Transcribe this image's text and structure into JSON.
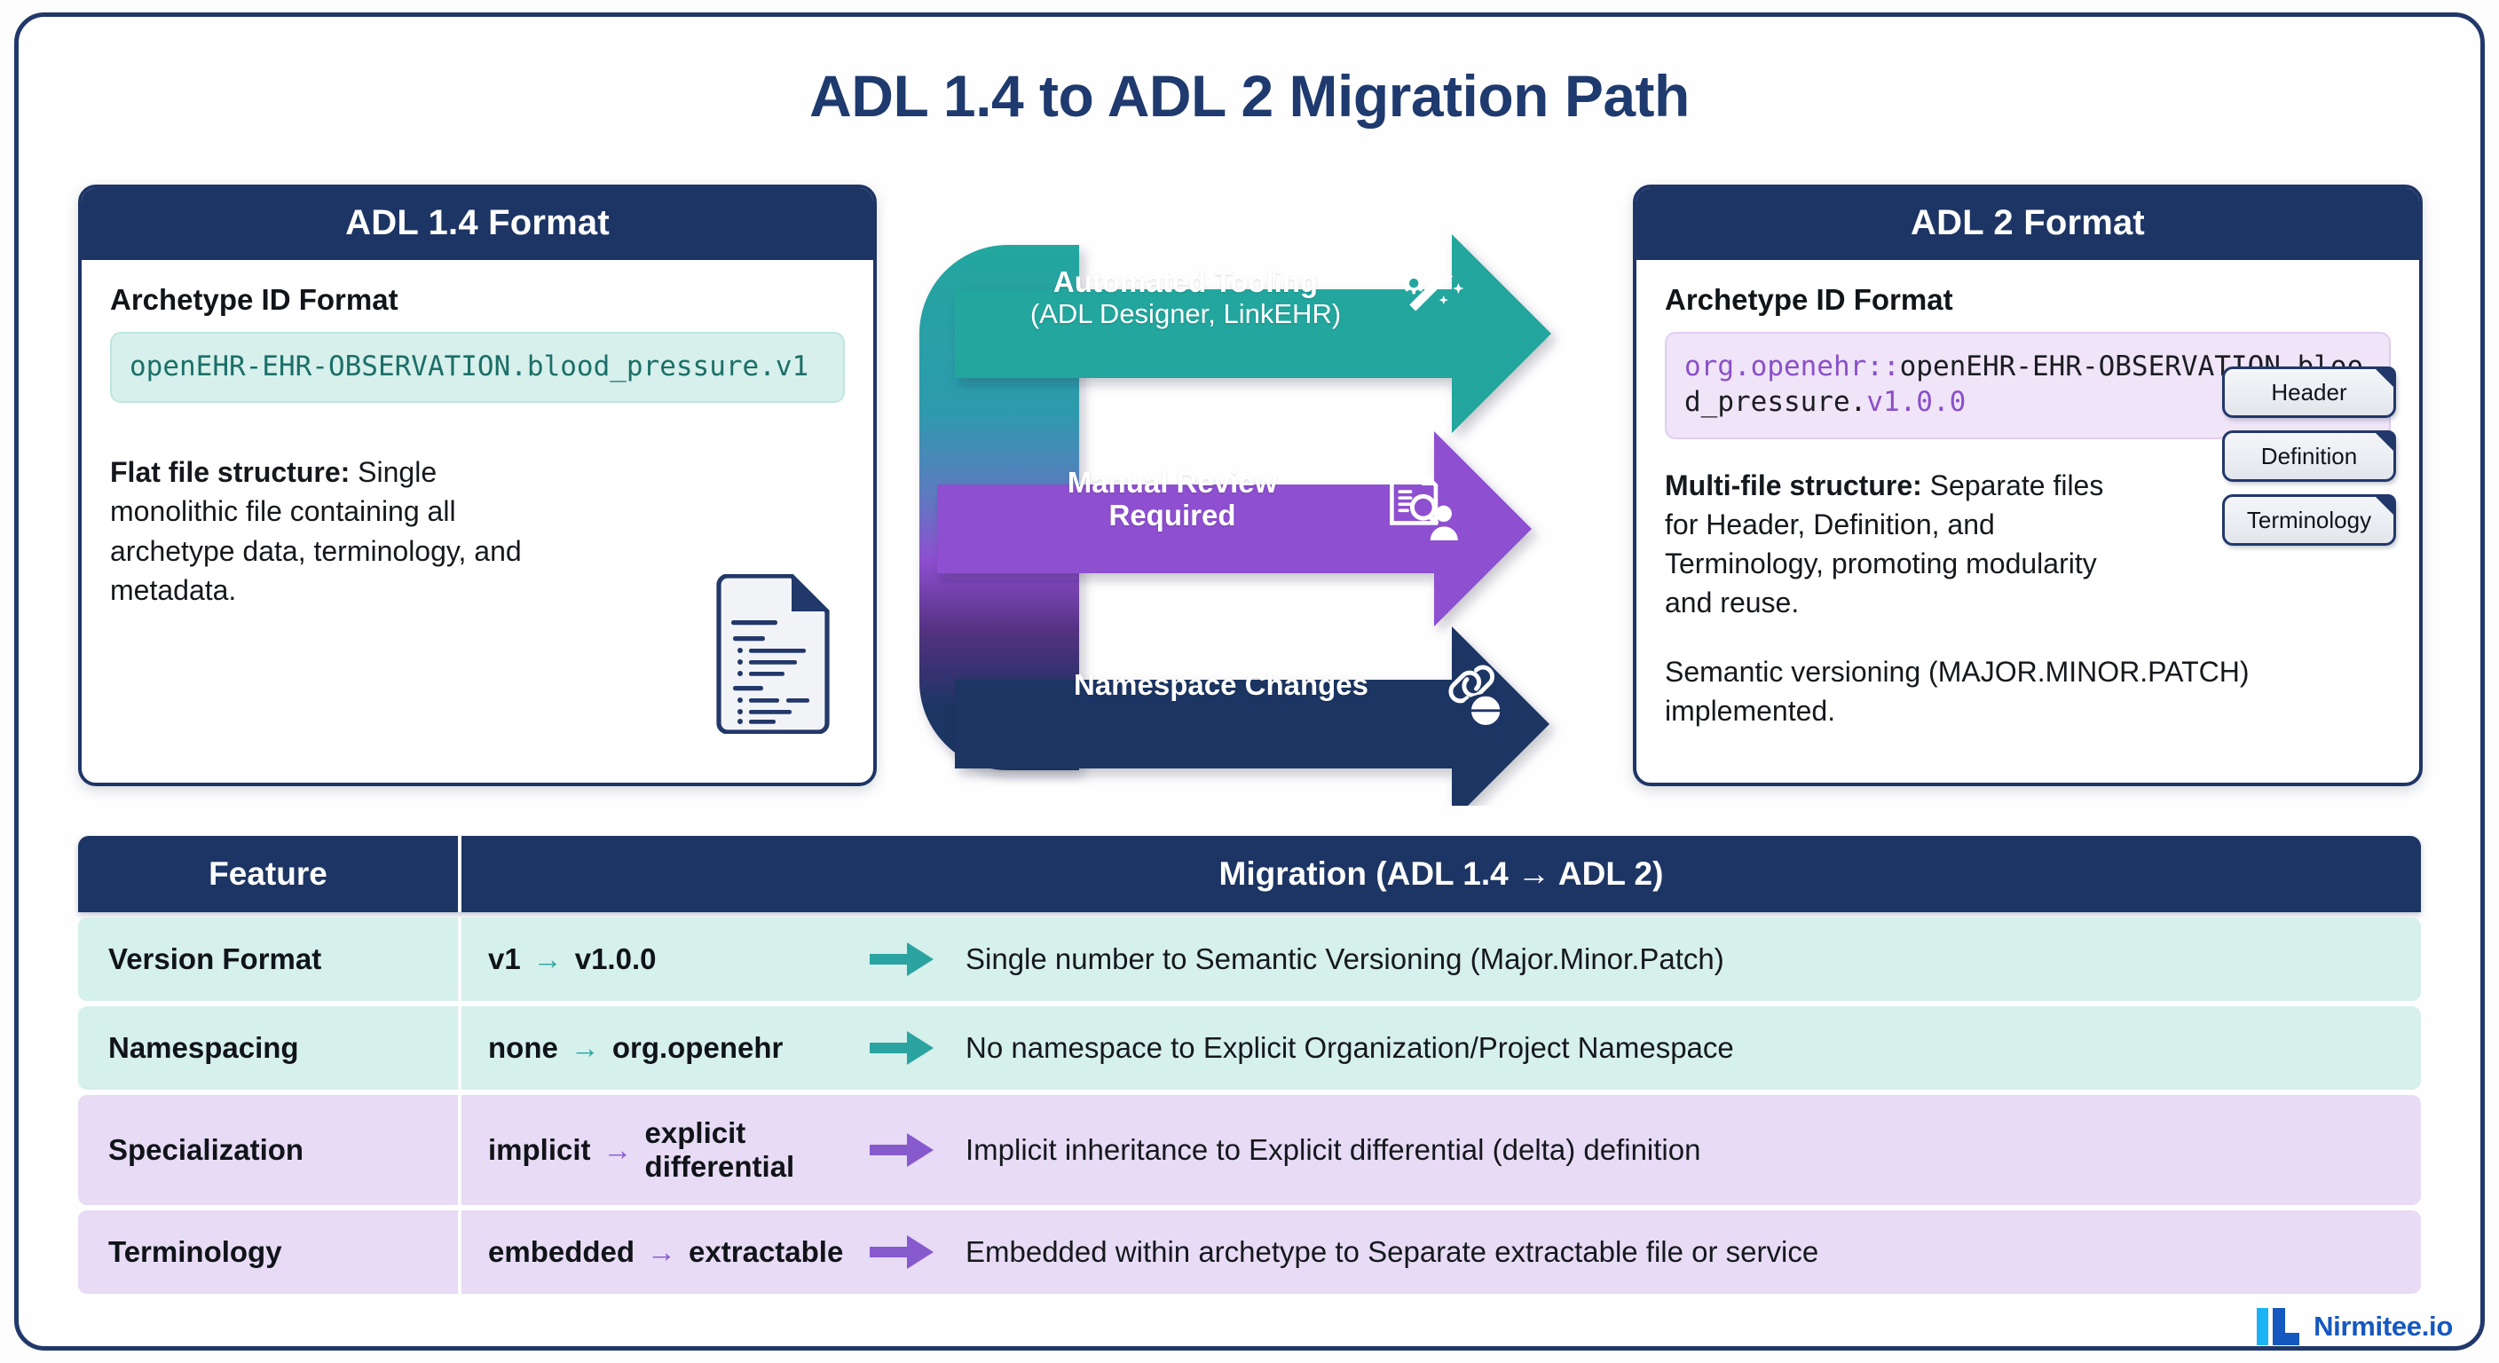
{
  "page": {
    "title": "ADL 1.4 to ADL 2 Migration Path",
    "accent_navy": "#1d3564",
    "accent_teal": "#2ba3a0",
    "accent_purple": "#8659cd"
  },
  "left_card": {
    "header": "ADL 1.4 Format",
    "sub_label": "Archetype ID Format",
    "code": "openEHR-EHR-OBSERVATION.blood_pressure.v1",
    "desc_bold": "Flat file structure:",
    "desc_rest": " Single monolithic file containing all archetype data, terminology, and metadata.",
    "icon": "document-icon"
  },
  "right_card": {
    "header": "ADL 2 Format",
    "sub_label": "Archetype ID Format",
    "code_namespace": "org.openehr",
    "code_sep": "::",
    "code_main": "openEHR-EHR-OBSERVATION.blood_pressure.",
    "code_version": "v1.0.0",
    "desc_bold": "Multi-file structure:",
    "desc_rest": " Separate files for Header, Definition, and Terminology, promoting modularity and reuse.",
    "desc2": "Semantic versioning (MAJOR.MINOR.PATCH) implemented.",
    "chips": [
      "Header",
      "Definition",
      "Terminology"
    ]
  },
  "arrows": [
    {
      "line1": "Automated Tooling",
      "line2": "(ADL Designer, LinkEHR)",
      "color": "#23a69e",
      "icon": "magic-wand-gear-icon"
    },
    {
      "line1": "Manual Review",
      "line2": "Required",
      "color": "#8e4fd0",
      "icon": "document-review-person-icon"
    },
    {
      "line1": "Namespace Changes",
      "line2": "",
      "color": "#1d3564",
      "icon": "link-globe-icon"
    }
  ],
  "table": {
    "headers": [
      "Feature",
      "Migration (ADL 1.4 → ADL 2)"
    ],
    "rows": [
      {
        "feature": "Version Format",
        "from": "v1",
        "to": "v1.0.0",
        "note": "Single number to Semantic Versioning (Major.Minor.Patch)",
        "theme": "teal"
      },
      {
        "feature": "Namespacing",
        "from": "none",
        "to": "org.openehr",
        "note": "No namespace to Explicit Organization/Project Namespace",
        "theme": "teal"
      },
      {
        "feature": "Specialization",
        "from": "implicit",
        "to": "explicit differential",
        "note": "Implicit inheritance to Explicit differential (delta) definition",
        "theme": "purple"
      },
      {
        "feature": "Terminology",
        "from": "embedded",
        "to": "extractable",
        "note": "Embedded within archetype to Separate extractable file or service",
        "theme": "purple"
      }
    ],
    "arrow_glyph": "→"
  },
  "footer": {
    "brand": "Nirmitee.io"
  }
}
